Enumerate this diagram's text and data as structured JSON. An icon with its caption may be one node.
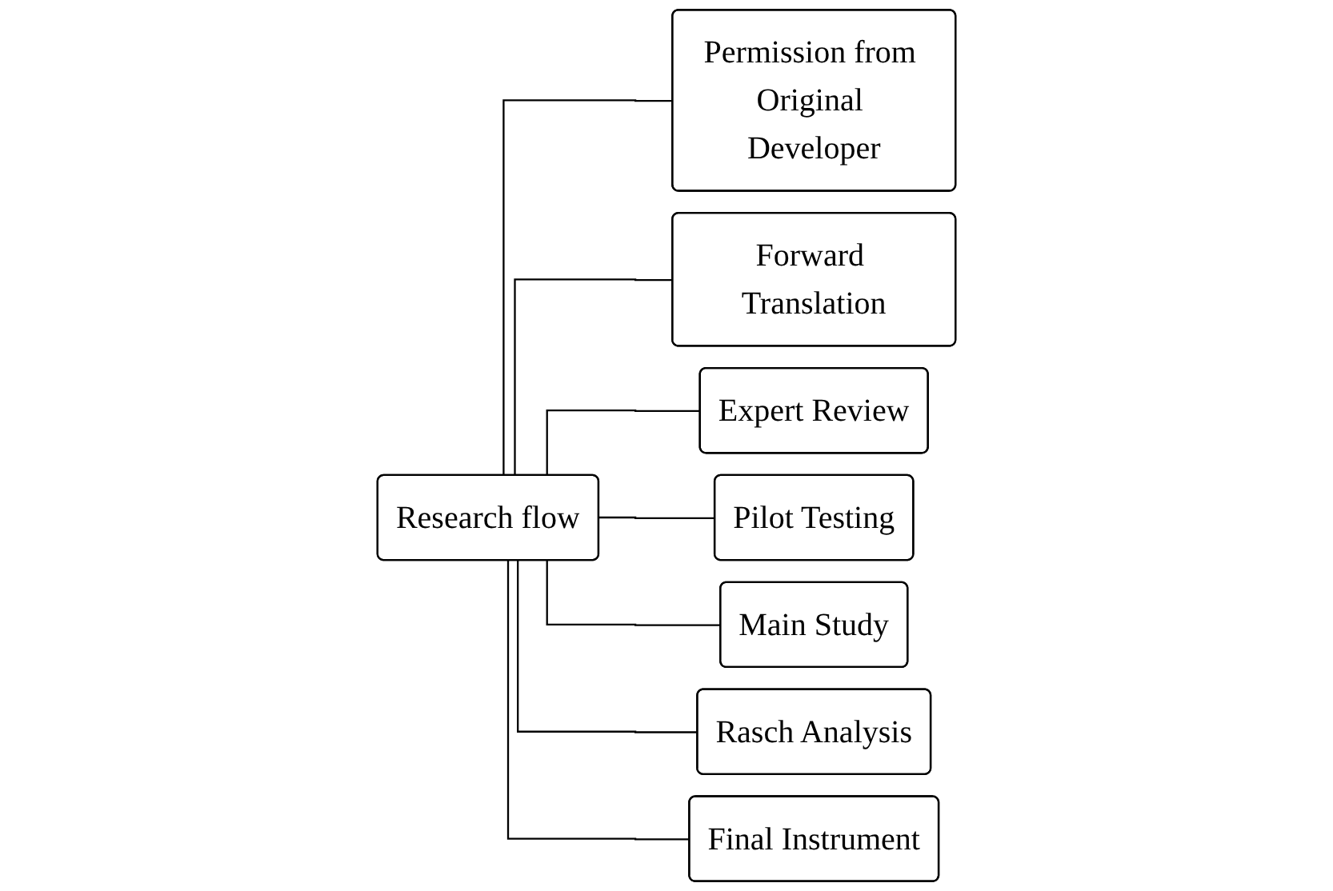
{
  "diagram": {
    "nodes": [
      {
        "text": [
          "Research flow"
        ]
      },
      {
        "text": [
          "Permission from Original Developer"
        ]
      },
      {
        "text": [
          "Forward Translation"
        ]
      },
      {
        "text": [
          "Expert Review"
        ]
      },
      {
        "text": [
          "Pilot Testing"
        ]
      },
      {
        "text": [
          "Main Study"
        ]
      },
      {
        "text": [
          "Rasch Analysis"
        ]
      },
      {
        "text": [
          "Final Instrument"
        ]
      }
    ],
    "edges": [
      {
        "from": 0,
        "to": 1,
        "arrow": "none"
      },
      {
        "from": 0,
        "to": 2,
        "arrow": "none"
      },
      {
        "from": 0,
        "to": 3,
        "arrow": "none"
      },
      {
        "from": 0,
        "to": 4,
        "arrow": "none"
      },
      {
        "from": 0,
        "to": 5,
        "arrow": "none"
      },
      {
        "from": 0,
        "to": 6,
        "arrow": "none"
      },
      {
        "from": 0,
        "to": 7,
        "arrow": "none"
      }
    ]
  }
}
